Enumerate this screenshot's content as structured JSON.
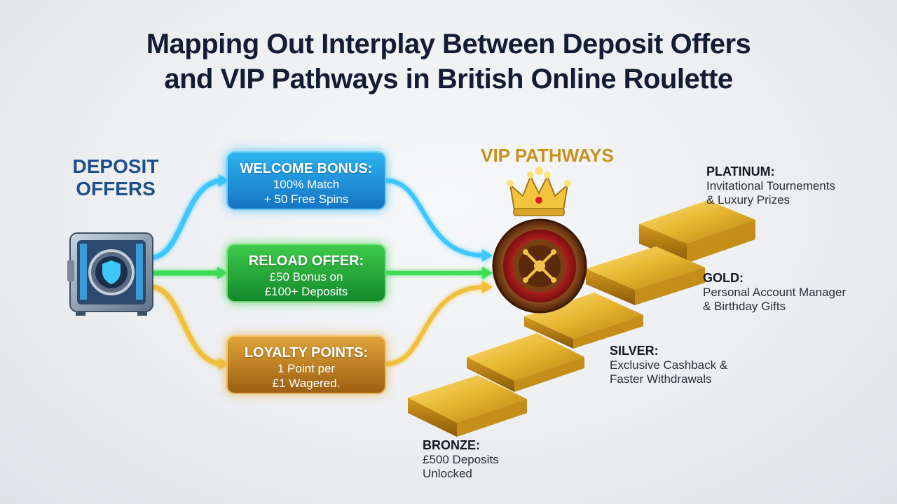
{
  "title": {
    "line1": "Mapping Out Interplay Between Deposit Offers",
    "line2": "and VIP Pathways in British Online Roulette"
  },
  "deposit": {
    "line1": "DEPOSIT",
    "line2": "OFFERS",
    "icon": "safe-vault-icon"
  },
  "offers": [
    {
      "title": "WELCOME BONUS:",
      "line1": "100% Match",
      "line2": "+ 50 Free Spins",
      "color": "#1f8fdb"
    },
    {
      "title": "RELOAD OFFER:",
      "line1": "£50 Bonus on",
      "line2": "£100+ Deposits",
      "color": "#23a83a"
    },
    {
      "title": "LOYALTY POINTS:",
      "line1": "1 Point per",
      "line2": "£1 Wagered.",
      "color": "#c07f22"
    }
  ],
  "vip": {
    "label": "VIP PATHWAYS",
    "icons": [
      "crown-icon",
      "roulette-wheel-icon"
    ]
  },
  "tiers": {
    "platinum": {
      "name": "PLATINUM:",
      "line1": "Invitational Tournements",
      "line2": "& Luxury Prizes"
    },
    "gold": {
      "name": "GOLD:",
      "line1": "Personal Account Manager",
      "line2": "& Birthday Gifts"
    },
    "silver": {
      "name": "SILVER:",
      "line1": "Exclusive Cashback &",
      "line2": "Faster Withdrawals"
    },
    "bronze": {
      "name": "BRONZE:",
      "line1": "£500 Deposits",
      "line2": "Unlocked"
    }
  },
  "colors": {
    "title": "#121c33",
    "deposit_label": "#1f4f8a",
    "vip_label": "#c8921a",
    "gold_step": "#e2b22c"
  }
}
